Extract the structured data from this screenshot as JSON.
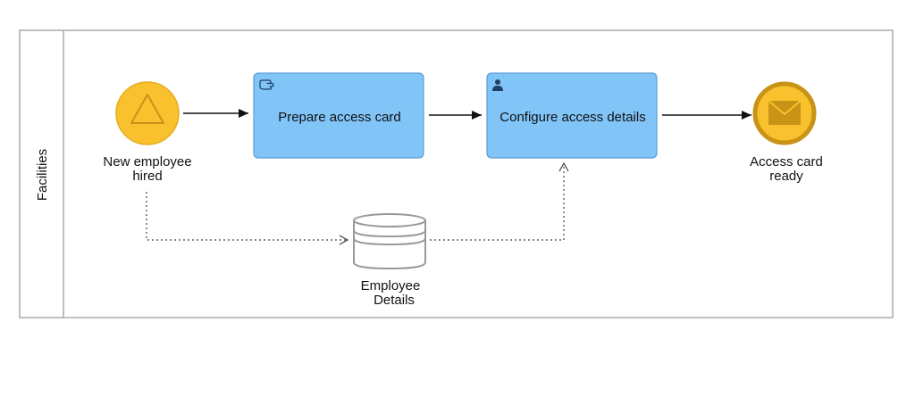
{
  "lane": {
    "label": "Facilities"
  },
  "start_event": {
    "label_line1": "New employee",
    "label_line2": "hired",
    "icon": "triangle-icon",
    "fill": "#F8C12D",
    "stroke": "#D9A21E"
  },
  "task_prepare": {
    "label": "Prepare access card",
    "icon": "manual-hand-icon",
    "fill": "#81C4F8",
    "stroke": "#5B9ED6"
  },
  "task_configure": {
    "label": "Configure access details",
    "icon": "user-icon",
    "fill": "#81C4F8",
    "stroke": "#5B9ED6"
  },
  "end_event": {
    "label_line1": "Access card",
    "label_line2": "ready",
    "icon": "envelope-icon",
    "fill": "#F8C12D",
    "stroke": "#C89317"
  },
  "data_store": {
    "label_line1": "Employee",
    "label_line2": "Details",
    "icon": "database-icon",
    "stroke": "#999999"
  },
  "colors": {
    "lane_border": "#AAAAAA",
    "flow": "#111111",
    "assoc": "#444444"
  }
}
